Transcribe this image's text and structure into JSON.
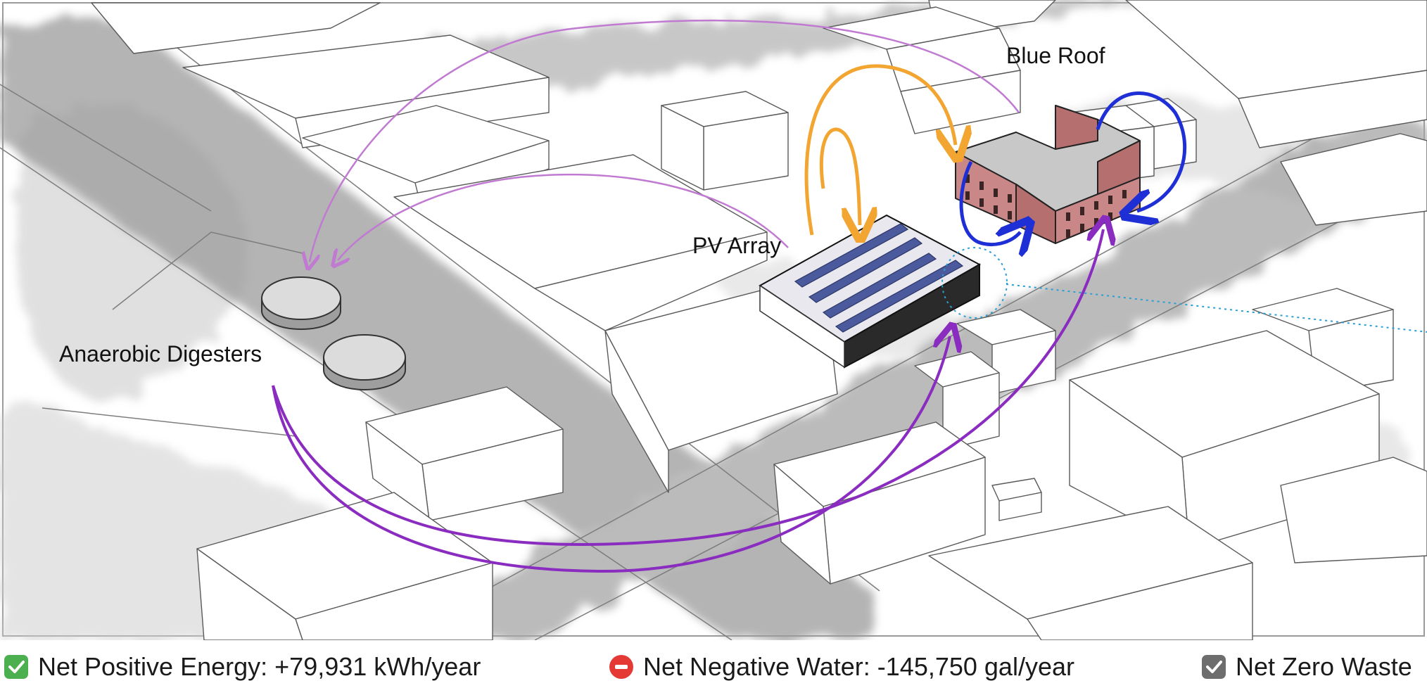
{
  "labels": {
    "blue_roof": "Blue Roof",
    "pv_array": "PV Array",
    "digesters": "Anaerobic Digesters"
  },
  "stats": {
    "energy": {
      "icon": "check-mark-icon",
      "color": "#4caf50",
      "text": "Net Positive Energy: +79,931 kWh/year"
    },
    "water": {
      "icon": "no-entry-icon",
      "color": "#e53935",
      "text": "Net Negative Water: -145,750 gal/year"
    },
    "waste": {
      "icon": "checkbox-icon",
      "color": "#6d6d6d",
      "text": "Net Zero Waste"
    }
  },
  "colors": {
    "energy_arrows": "#f2a531",
    "water_arrows": "#1f2fd6",
    "waste_arrows": "#8a2cbf",
    "waste_arrows_light": "#c07ad1",
    "callout_line": "#2a9fd6",
    "building_brick": "#c98787"
  }
}
